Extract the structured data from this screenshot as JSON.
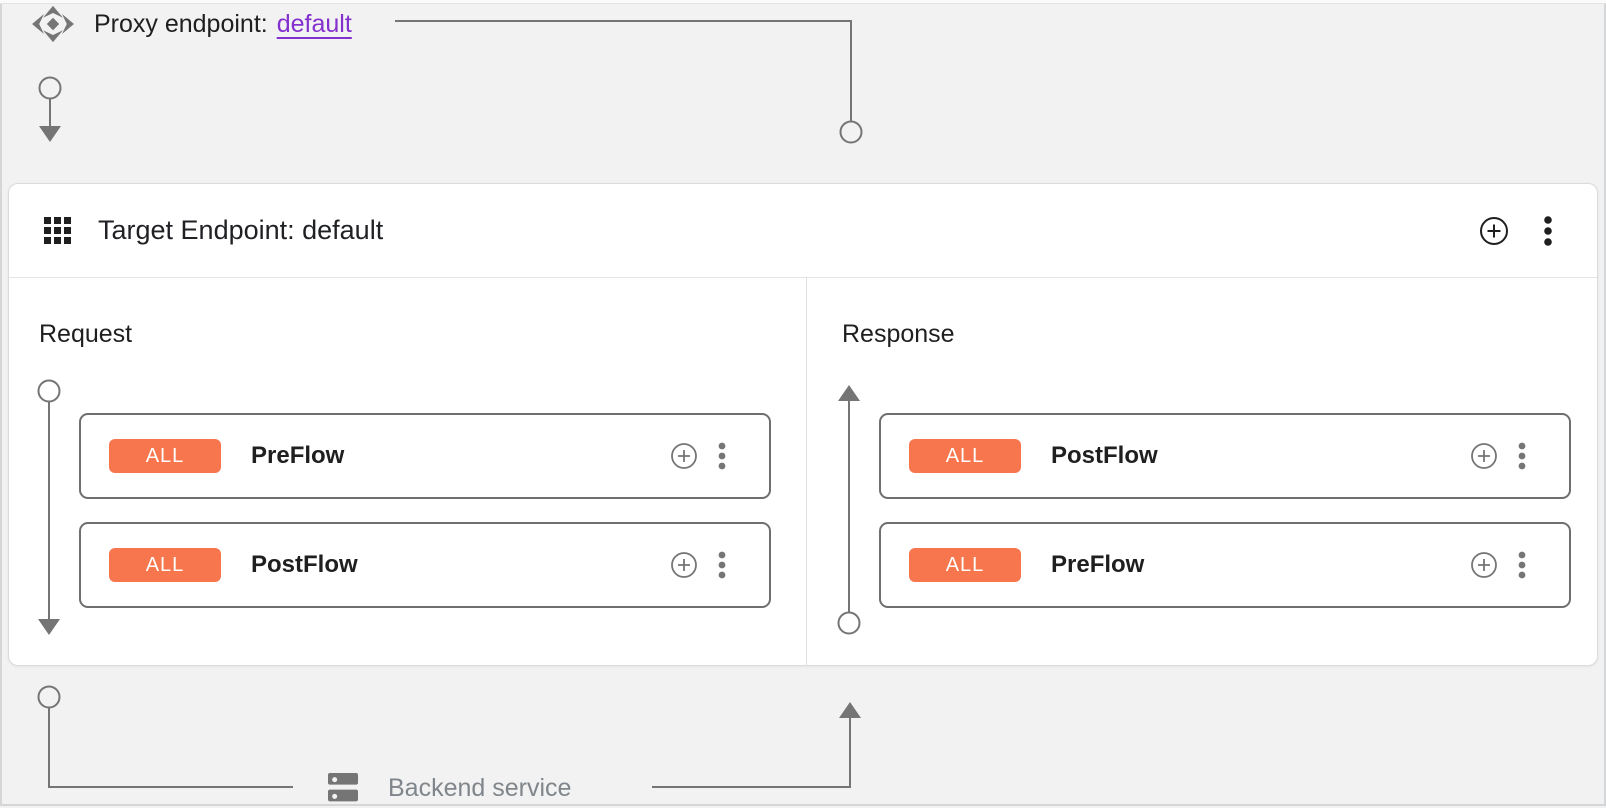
{
  "proxy_endpoint": {
    "label": "Proxy endpoint:",
    "link_text": "default"
  },
  "target_endpoint": {
    "title": "Target Endpoint: default",
    "request": {
      "label": "Request",
      "flows": [
        {
          "badge": "ALL",
          "name": "PreFlow"
        },
        {
          "badge": "ALL",
          "name": "PostFlow"
        }
      ]
    },
    "response": {
      "label": "Response",
      "flows": [
        {
          "badge": "ALL",
          "name": "PostFlow"
        },
        {
          "badge": "ALL",
          "name": "PreFlow"
        }
      ]
    }
  },
  "backend_service": {
    "label": "Backend service"
  },
  "icons": {
    "proxy_endpoint": "move-diamond-icon",
    "target_endpoint": "grid-apps-icon",
    "add": "plus-circle-icon",
    "menu": "kebab-menu-icon",
    "backend": "dns-server-icon"
  },
  "colors": {
    "pageBg": "#F2F2F2",
    "cardBg": "#FFFFFF",
    "badgeBg": "#F7764D",
    "linkPurple": "#8430CE",
    "connectorGray": "#757575",
    "iconGray": "#757575",
    "textDark": "#1F1F1F",
    "mutedGray": "#80868B",
    "borderLight": "#E0E0E0",
    "flowBoxBorder": "#6F6F6F"
  }
}
